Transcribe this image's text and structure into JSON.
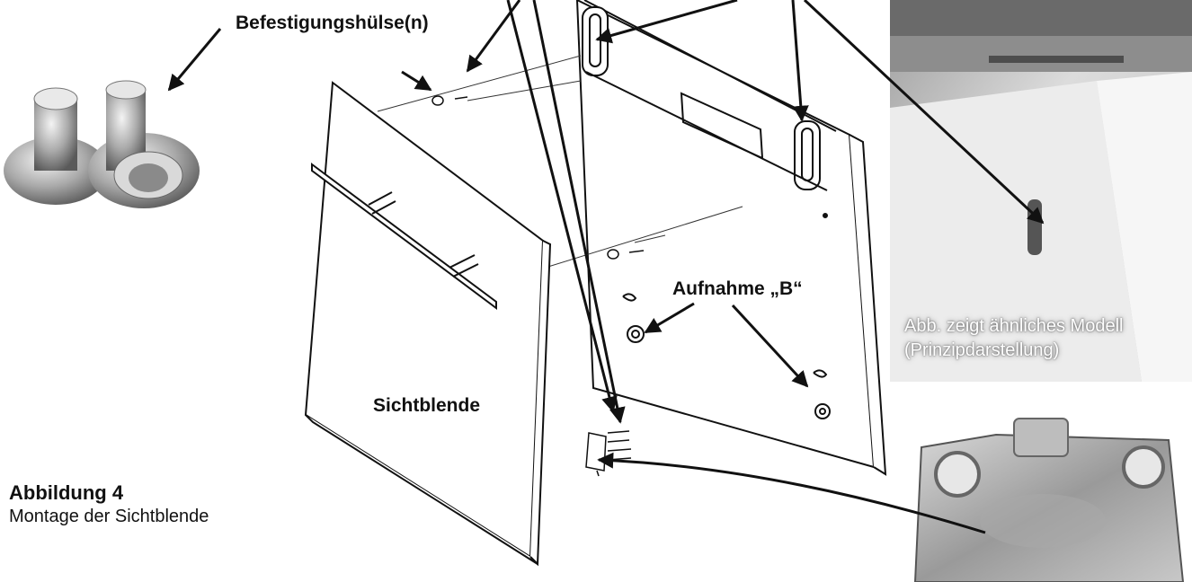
{
  "labels": {
    "sleeves": "Befestigungshülse(n)",
    "receptacle": "Aufnahme „B“",
    "panel": "Sichtblende"
  },
  "figure": {
    "number": "Abbildung 4",
    "caption": "Montage der Sichtblende"
  },
  "photo_note": {
    "line1": "Abb. zeigt ähnliches Modell",
    "line2": "(Prinzipdarstellung)"
  },
  "colors": {
    "line": "#111111",
    "photo_gray": "#cfcfcf",
    "panel_face": "#ffffff"
  }
}
